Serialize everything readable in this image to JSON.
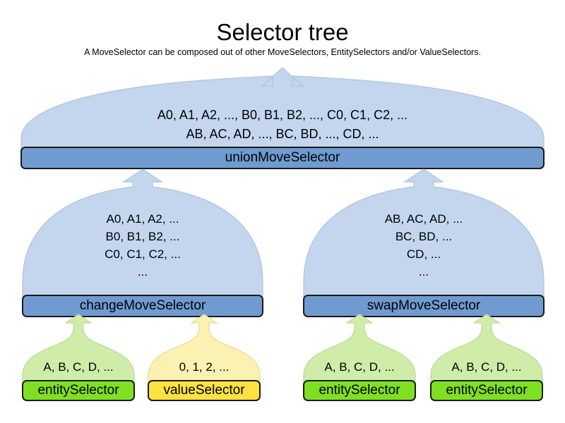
{
  "header": {
    "title": "Selector tree",
    "subtitle": "A MoveSelector can be composed out of other MoveSelectors, EntitySelectors and/or ValueSelectors."
  },
  "colors": {
    "blue_dome": "#c3d6ee",
    "blue_bar": "#6f9bd1",
    "green_dome": "#cfeca9",
    "green_bar": "#7fe021",
    "yellow_dome": "#fbf1b3",
    "yellow_bar": "#ffe140",
    "border": "#1a1a1a",
    "dome_border": "#b0c4dd",
    "background": "#ffffff",
    "text": "#000000"
  },
  "diagram": {
    "type": "tree",
    "root_arrow": "arrow-up-icon",
    "nodes": [
      {
        "id": "union",
        "label": "unionMoveSelector",
        "kind": "move-selector",
        "color": "blue",
        "lines": [
          "A0, A1, A2, ..., B0, B1, B2, ..., C0, C1, C2, ...",
          "AB, AC, AD, ..., BC, BD, ..., CD, ..."
        ],
        "children": [
          "change",
          "swap"
        ]
      },
      {
        "id": "change",
        "label": "changeMoveSelector",
        "kind": "move-selector",
        "color": "blue",
        "lines": [
          "A0, A1, A2, ...",
          "B0, B1, B2, ...",
          "C0, C1, C2, ...",
          "..."
        ],
        "children": [
          "entity1",
          "value1"
        ]
      },
      {
        "id": "swap",
        "label": "swapMoveSelector",
        "kind": "move-selector",
        "color": "blue",
        "lines": [
          "AB, AC, AD, ...",
          "BC, BD, ...",
          "CD, ...",
          "..."
        ],
        "children": [
          "entity2",
          "entity3"
        ]
      },
      {
        "id": "entity1",
        "label": "entitySelector",
        "kind": "entity-selector",
        "color": "green",
        "lines": [
          "A, B, C, D, ..."
        ],
        "children": []
      },
      {
        "id": "value1",
        "label": "valueSelector",
        "kind": "value-selector",
        "color": "yellow",
        "lines": [
          "0, 1, 2, ..."
        ],
        "children": []
      },
      {
        "id": "entity2",
        "label": "entitySelector",
        "kind": "entity-selector",
        "color": "green",
        "lines": [
          "A, B, C, D, ..."
        ],
        "children": []
      },
      {
        "id": "entity3",
        "label": "entitySelector",
        "kind": "entity-selector",
        "color": "green",
        "lines": [
          "A, B, C, D, ..."
        ],
        "children": []
      }
    ]
  }
}
